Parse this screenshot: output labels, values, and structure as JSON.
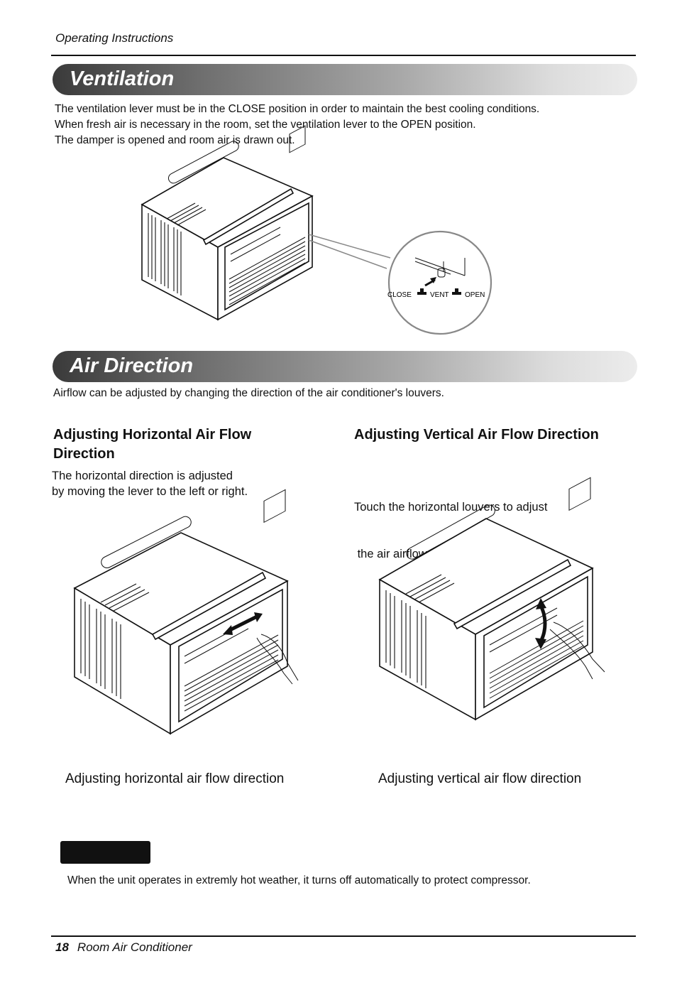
{
  "header": {
    "section": "Operating Instructions"
  },
  "ventilation": {
    "title": "Ventilation",
    "lines": [
      "The ventilation lever must be in the CLOSE position in order to maintain the best cooling conditions.",
      "When fresh air is necessary in the room, set the ventilation lever to the OPEN position.",
      "The damper is opened and room air is drawn out."
    ],
    "lever_labels": {
      "close": "CLOSE",
      "vent": "VENT",
      "open": "OPEN"
    }
  },
  "air_direction": {
    "title": "Air Direction",
    "intro": "Airflow can be adjusted by changing the direction of the air conditioner's  louvers.",
    "horizontal": {
      "heading_line1": "Adjusting Horizontal Air Flow",
      "heading_line2": "Direction",
      "text_line1": "The horizontal direction is adjusted",
      "text_line2": "by moving the lever to the left or right.",
      "caption": "Adjusting horizontal air flow direction"
    },
    "vertical": {
      "heading": "Adjusting Vertical Air Flow Direction",
      "text_line1": "Touch the horizontal louvers to adjust",
      "text_line2": " the air airflow up or down.",
      "caption": "Adjusting vertical air flow direction"
    }
  },
  "note": {
    "text": "When the unit operates in extremly hot weather, it turns off automatically to protect compressor."
  },
  "footer": {
    "page_number": "18",
    "title": "Room Air Conditioner"
  }
}
